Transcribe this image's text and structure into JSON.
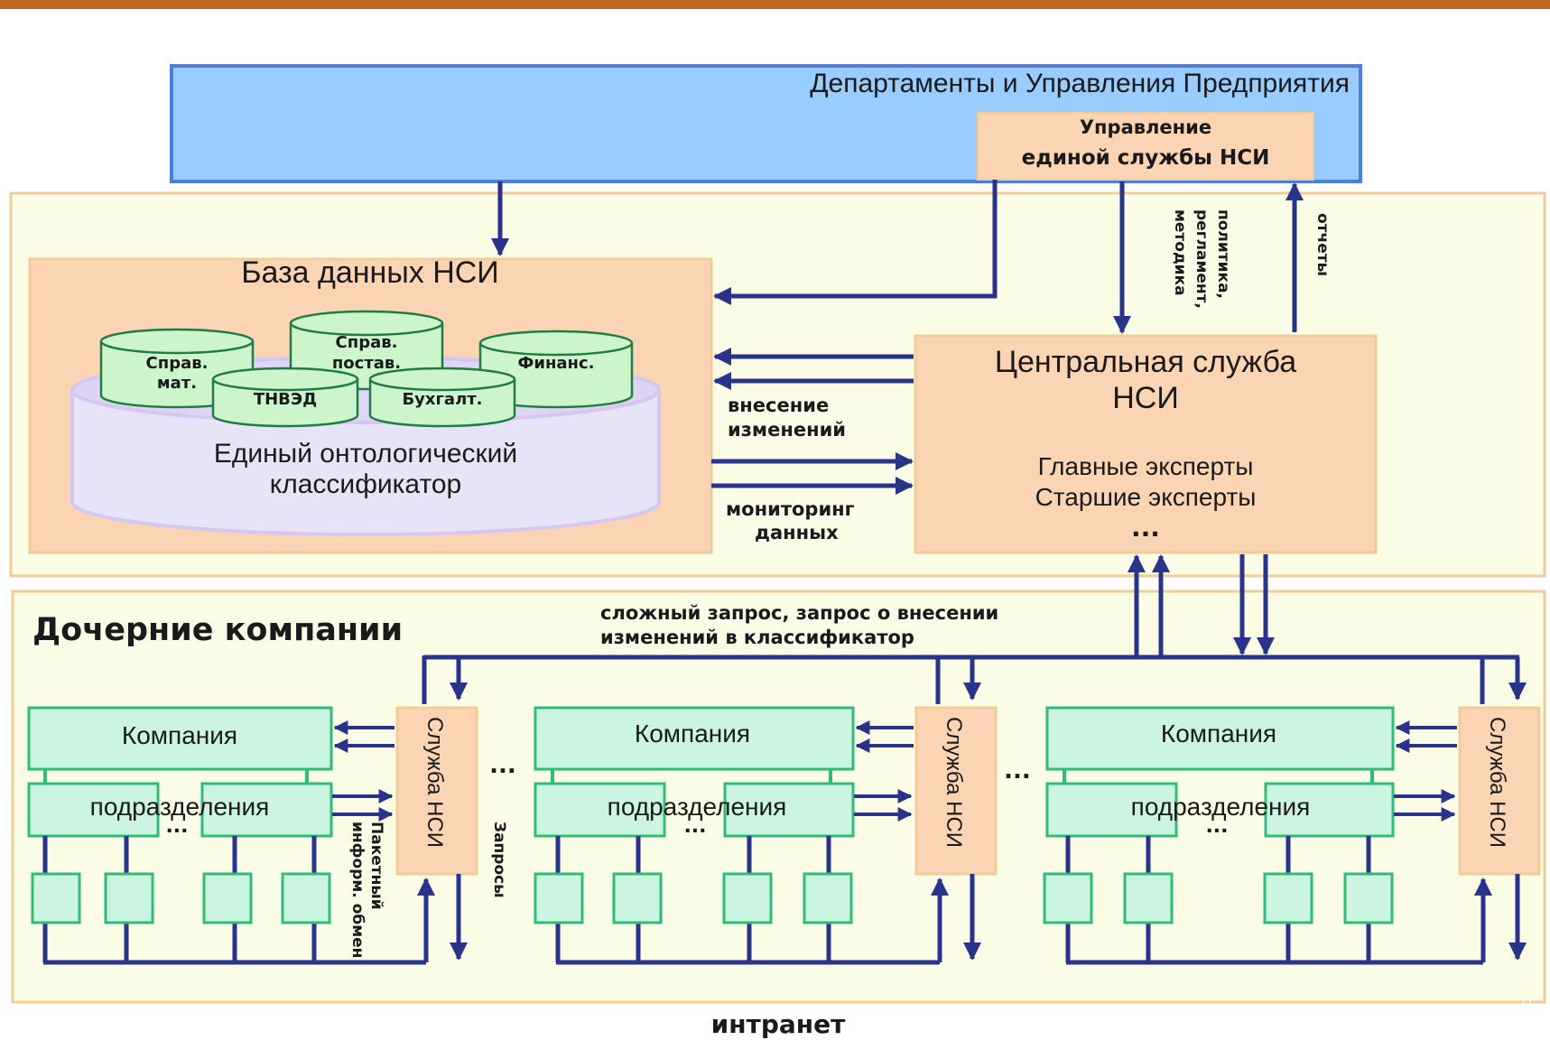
{
  "departments": {
    "title": "Департаменты и Управления Предприятия",
    "management": {
      "line1": "Управление",
      "line2": "единой службы НСИ"
    }
  },
  "database": {
    "title": "База данных НСИ",
    "cylinders": {
      "sprav_mat": {
        "line1": "Справ.",
        "line2": "мат."
      },
      "sprav_postav": {
        "line1": "Справ.",
        "line2": "постав."
      },
      "finans": "Финанс.",
      "tnved": "ТНВЭД",
      "bukhgalt": "Бухгалт."
    },
    "classifier": {
      "line1": "Единый онтологический",
      "line2": "классификатор"
    }
  },
  "central_service": {
    "title_line1": "Центральная служба",
    "title_line2": "НСИ",
    "experts_line1": "Главные эксперты",
    "experts_line2": "Старшие эксперты",
    "ellipsis": "..."
  },
  "labels": {
    "changes": {
      "line1": "внесение",
      "line2": "изменений"
    },
    "monitoring": {
      "line1": "мониторинг",
      "line2": "данных"
    },
    "policy": {
      "line1": "политика,",
      "line2": "регламент,",
      "line3": "методика"
    },
    "reports": "отчеты",
    "complex_query": {
      "line1": "сложный запрос, запрос о внесении",
      "line2": "изменений в классификатор"
    },
    "packet_exchange": {
      "line1": "Пакетный",
      "line2": "информ. обмен"
    },
    "requests": "Запросы",
    "intranet": "интранет"
  },
  "subsidiaries": {
    "title": "Дочерние компании",
    "company_label": "Компания",
    "divisions_label": "подразделения",
    "service_label": "Служба НСИ",
    "ellipsis": "...",
    "between_ellipsis": "..."
  },
  "page_number": "17",
  "colors": {
    "top_bar": "#c4661e",
    "dept_fill": "#99ccff",
    "dept_stroke": "#4d7de0",
    "zone_fill": "#fbfce5",
    "zone_stroke": "#f1cc99",
    "db_fill": "#fbd4b4",
    "cyl_fill": "#ccf5cc",
    "cyl_stroke": "#227a44",
    "classifier_fill": "#e8e4f8",
    "company_fill": "#cbf5e0",
    "company_stroke": "#2ebd78",
    "arrow": "#2a338a"
  }
}
